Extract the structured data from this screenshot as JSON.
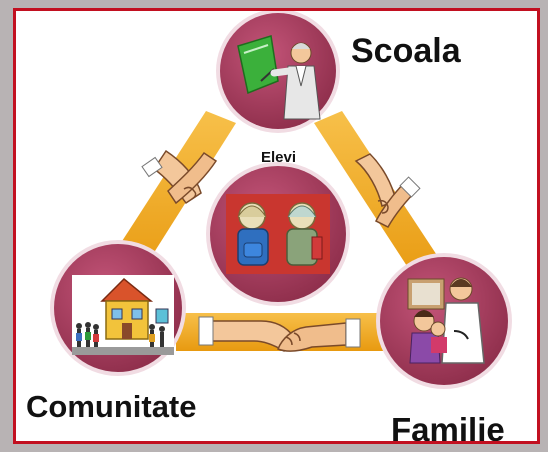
{
  "labels": {
    "top": "Scoala",
    "center": "Elevi",
    "bottom_left": "Comunitate",
    "bottom_right": "Familie"
  },
  "colors": {
    "circle_fill": "#a63a5c",
    "circle_ring": "#f1dce3",
    "connector": "#f2a81b",
    "skin": "#f3c79b",
    "frame_border": "#c21020",
    "outer_background": "#b8b3b4"
  },
  "icons": {
    "top": "teacher-at-board-icon",
    "center": "students-with-backpacks-icon",
    "bottom_left": "house-with-people-icon",
    "bottom_right": "family-with-doctor-icon",
    "connectors": "handshake-icon"
  }
}
